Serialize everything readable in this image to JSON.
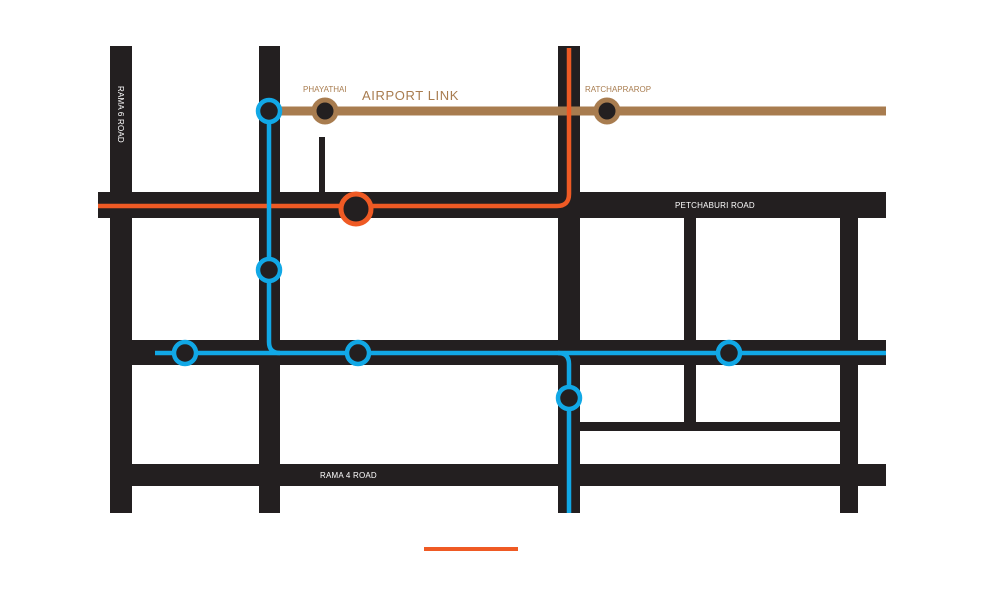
{
  "map": {
    "colors": {
      "road": "#231f20",
      "airport_link": "#a87c4f",
      "mrt_orange": "#ef5a24",
      "bts_blue": "#11a8e6",
      "background": "#ffffff"
    },
    "roads": [
      {
        "id": "rama6",
        "label": "RAMA 6 ROAD",
        "orientation": "vertical"
      },
      {
        "id": "petchaburi",
        "label": "PETCHABURI ROAD",
        "orientation": "horizontal"
      },
      {
        "id": "rama4",
        "label": "RAMA 4 ROAD",
        "orientation": "horizontal"
      }
    ],
    "lines": [
      {
        "id": "airport-link",
        "label": "AIRPORT LINK",
        "color": "#a87c4f",
        "stations": [
          "PHAYATHAI",
          "RATCHAPRAROP"
        ]
      },
      {
        "id": "orange-line",
        "label": "",
        "color": "#ef5a24",
        "stations": [
          ""
        ]
      },
      {
        "id": "blue-line",
        "label": "",
        "color": "#11a8e6",
        "station_count": 6
      }
    ],
    "labels": {
      "rama6": "RAMA 6 ROAD",
      "petchaburi": "PETCHABURI ROAD",
      "rama4": "RAMA 4 ROAD",
      "airport_link": "AIRPORT LINK",
      "phayathai": "PHAYATHAI",
      "ratchaprarop": "RATCHAPRAROP"
    },
    "legend": [
      {
        "color": "#ef5a24",
        "label": ""
      }
    ]
  }
}
